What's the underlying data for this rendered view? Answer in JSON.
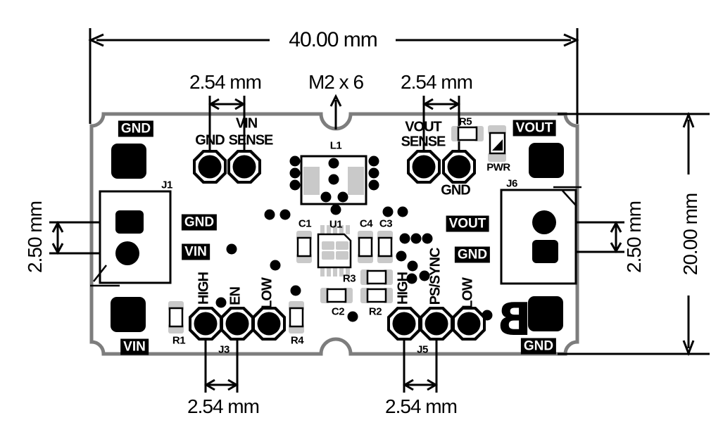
{
  "document": {
    "type": "PCB dimension drawing"
  },
  "dimensions": {
    "board_width": "40.00 mm",
    "board_height": "20.00 mm",
    "pin_pitch": "2.54 mm",
    "pad_row_spacing": "2.50 mm",
    "mounting_holes": "M2 x 6"
  },
  "reference_designators": {
    "j1": "J1",
    "j3": "J3",
    "j5": "J5",
    "j6": "J6",
    "l1": "L1",
    "u1": "U1",
    "c1": "C1",
    "c2": "C2",
    "c3": "C3",
    "c4": "C4",
    "r1": "R1",
    "r2": "R2",
    "r3": "R3",
    "r4": "R4",
    "r5": "R5",
    "pwr_led": "PWR"
  },
  "pin_labels": {
    "top_left_header": {
      "pin1": "GND",
      "pin2_line1": "VIN",
      "pin2_line2": "SENSE"
    },
    "top_right_header": {
      "pin1_line1": "VOUT",
      "pin1_line2": "SENSE",
      "pin2": "GND"
    },
    "bottom_left_header": {
      "pin1": "HIGH",
      "pin2": "EN",
      "pin3": "LOW"
    },
    "bottom_right_header": {
      "pin1": "HIGH",
      "pin2": "PS/SYNC",
      "pin3": "LOW"
    }
  },
  "net_labels": {
    "top_left": "GND",
    "mid_left_upper": "GND",
    "mid_left_lower": "VIN",
    "bottom_left": "VIN",
    "top_right": "VOUT",
    "mid_right_upper": "VOUT",
    "mid_right_lower": "GND",
    "bottom_right": "GND"
  },
  "colors": {
    "silkscreen": "#000000",
    "pads": "#c9c9c9",
    "board_outline": "#7d7d7d",
    "background": "#ffffff"
  }
}
